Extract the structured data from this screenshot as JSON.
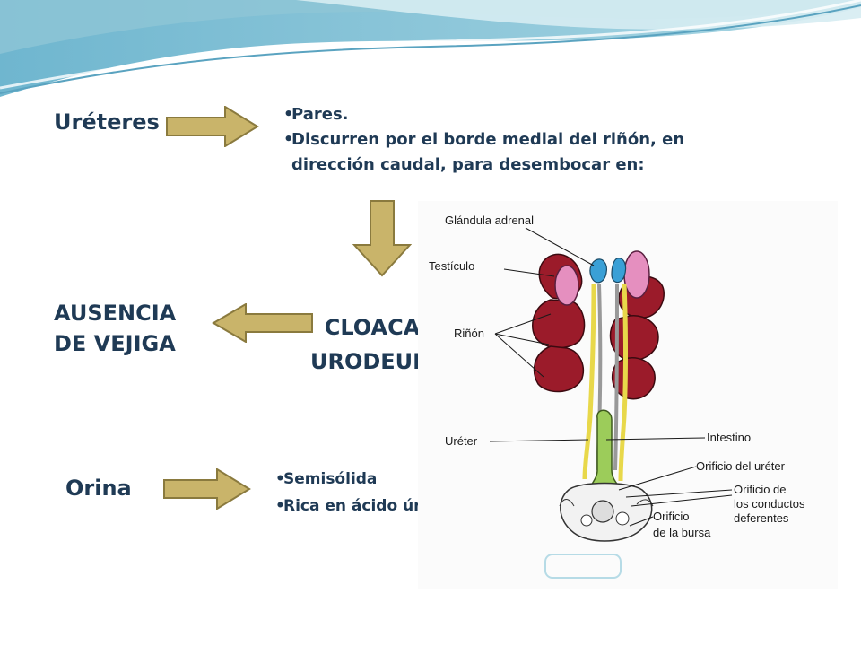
{
  "ureteres": {
    "title": "Uréteres",
    "bullets": [
      "Pares.",
      "Discurren por el borde medial del riñón, en dirección caudal, para desembocar en:"
    ]
  },
  "ausencia": {
    "line1": "AUSENCIA",
    "line2": "DE VEJIGA"
  },
  "cloaca": {
    "line1": "CLOACA",
    "line2": "URODEUM"
  },
  "orina": {
    "title": "Orina",
    "bullets": [
      "Semisólida",
      "Rica en ácido úrico"
    ]
  },
  "figure_labels": {
    "adrenal": "Glándula adrenal",
    "testiculo": "Testículo",
    "rinon": "Riñón",
    "ureter": "Uréter",
    "intestino": "Intestino",
    "orificio_ureter": "Orificio del uréter",
    "orificio_conductos_1": "Orificio de",
    "orificio_conductos_2": "los conductos",
    "orificio_conductos_3": "deferentes",
    "orificio_bursa_1": "Orificio",
    "orificio_bursa_2": "de la bursa"
  },
  "colors": {
    "text": "#1f3a55",
    "arrow_fill": "#c9b46a",
    "arrow_stroke": "#8a7a3e",
    "kidney": "#9b1b2a",
    "testis": "#e58fbf",
    "adrenal": "#3aa0d6",
    "intestine": "#9ccc5a",
    "ureter": "#e8d84a"
  }
}
